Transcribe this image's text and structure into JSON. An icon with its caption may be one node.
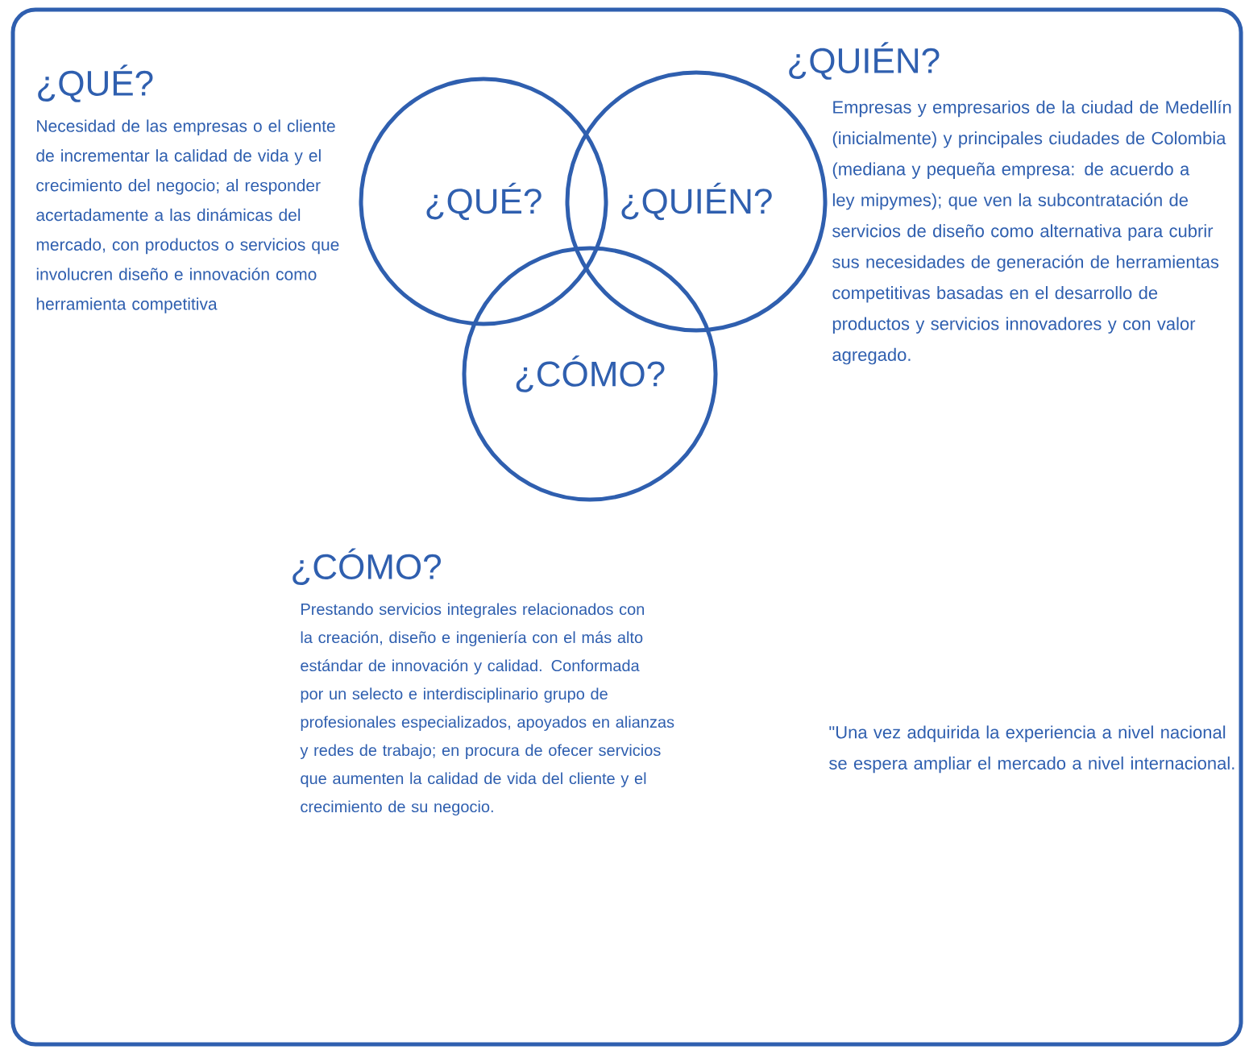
{
  "diagram": {
    "nodes": [
      {
        "text": [
          "¿QUÉ?"
        ]
      },
      {
        "text": [
          "¿QUIÉN?"
        ]
      },
      {
        "text": [
          "¿CÓMO?"
        ]
      }
    ],
    "labels": [
      "¿QUÉ?",
      "Necesidad de las empresas o el cliente de incrementar la calidad de vida y el crecimiento del negocio; al responder acertadamente a las dinámicas del mercado, con productos o servicios que involucren diseño e innovación como herramienta competitiva",
      "¿QUIÉN?",
      "Empresas y empresarios de la ciudad de Medellín (inicialmente) y principales ciudades de Colombia (mediana y pequeña empresa: de acuerdo a ley mipymes); que ven la subcontratación de servicios de diseño como alternativa para cubrir sus necesidades de generación de herramientas competitivas basadas en el desarrollo de productos y servicios innovadores y con valor agregado.",
      "\"Una vez adquirida la experiencia a nivel nacional se espera ampliar el mercado a nivel internacional.",
      "¿CÓMO?",
      "Prestando servicios integrales relacionados con la creación, diseño e ingeniería con el más alto estándar de innovación y calidad. Conformada por un selecto e interdisciplinario grupo de profesionales especializados, apoyados en alianzas y redes de trabajo; en procura de ofecer servicios que aumenten la calidad de vida del cliente y el crecimiento de su negocio."
    ]
  }
}
